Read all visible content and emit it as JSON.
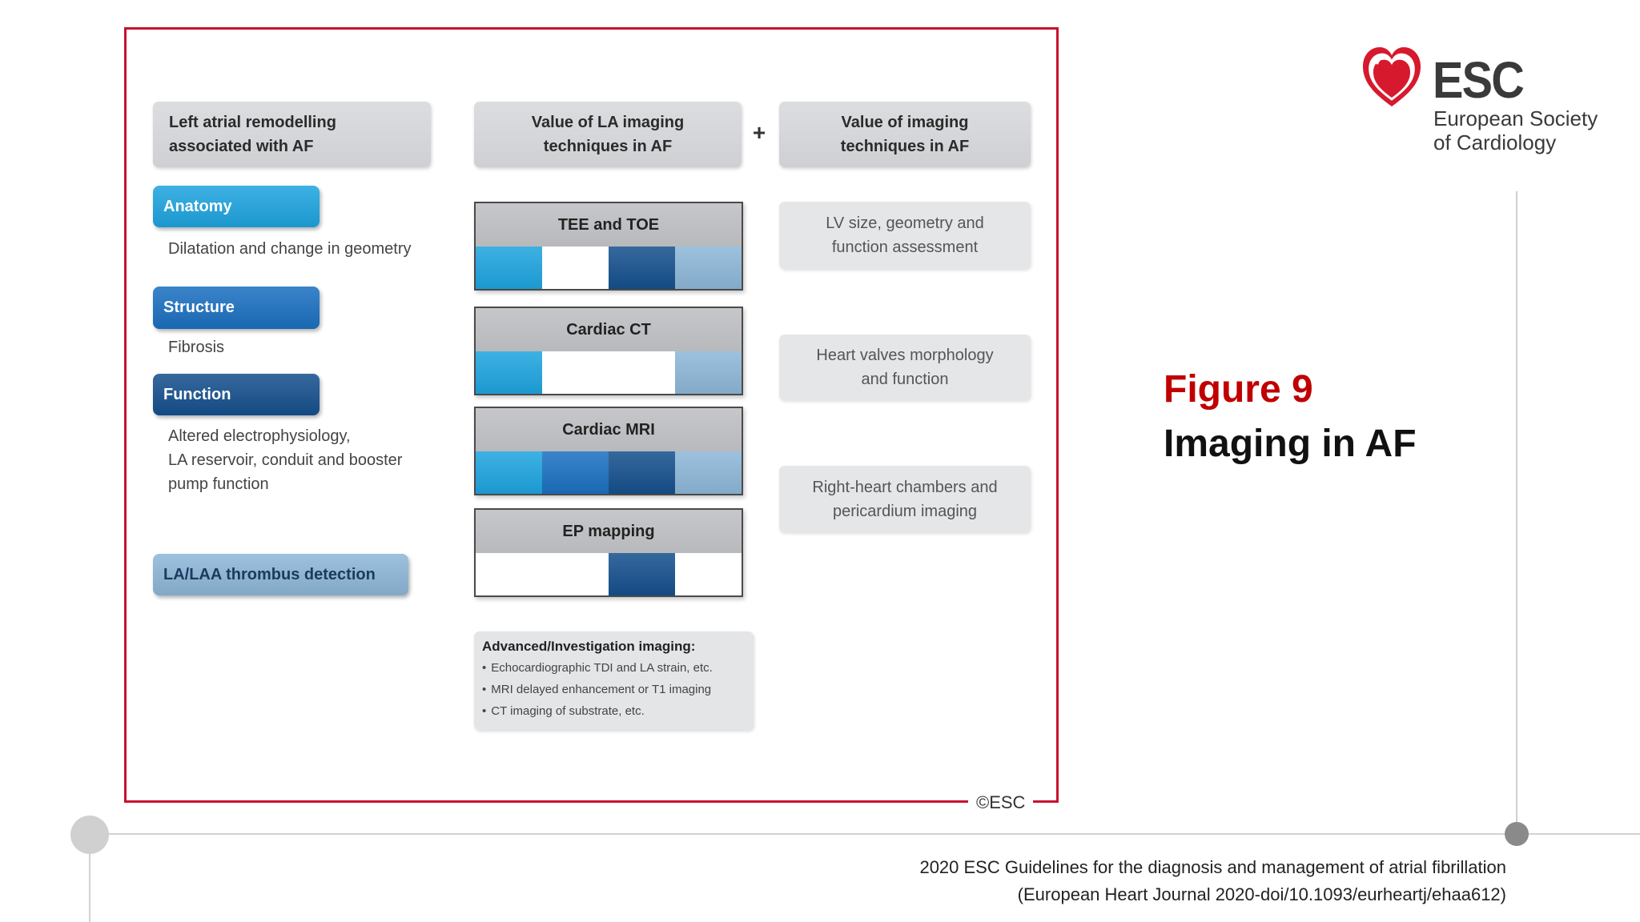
{
  "slide": {
    "figure_label": "Figure 9",
    "title": "Imaging in AF",
    "accent_color": "#c00000",
    "footer_line1": "2020 ESC Guidelines for the diagnosis and management of atrial fibrillation",
    "footer_line2": "(European Heart Journal 2020-doi/10.1093/eurheartj/ehaa612)"
  },
  "logo": {
    "acronym": "ESC",
    "line1": "European Society",
    "line2": "of Cardiology",
    "color": "#d7192d"
  },
  "figure": {
    "border_color": "#c8102e",
    "copyright": "©ESC",
    "headers": {
      "remodelling": "Left atrial remodelling\nassociated with AF",
      "la_value": "Value of LA imaging\ntechniques in AF",
      "plus": "+",
      "imaging_value": "Value of imaging\ntechniques in AF"
    },
    "categories": [
      {
        "label": "Anatomy",
        "description": "Dilatation and change in geometry",
        "color": "#1ea4df"
      },
      {
        "label": "Structure",
        "description": "Fibrosis",
        "color": "#1b70c1"
      },
      {
        "label": "Function",
        "description": "Altered electrophysiology,\nLA reservoir, conduit and booster\npump function",
        "color": "#15508d"
      },
      {
        "label": "LA/LAA thrombus detection",
        "color": "#8db7d8"
      }
    ],
    "techniques": [
      {
        "name": "TEE and TOE",
        "coverage": [
          true,
          false,
          true,
          true
        ]
      },
      {
        "name": "Cardiac CT",
        "coverage": [
          true,
          false,
          false,
          true
        ]
      },
      {
        "name": "Cardiac MRI",
        "coverage": [
          true,
          true,
          true,
          true
        ]
      },
      {
        "name": "EP mapping",
        "coverage": [
          false,
          false,
          true,
          false
        ]
      }
    ],
    "advanced": {
      "title": "Advanced/Investigation imaging:",
      "bullet": "•",
      "items": [
        "Echocardiographic TDI and LA strain, etc.",
        "MRI delayed enhancement or T1 imaging",
        "CT imaging of substrate, etc."
      ]
    },
    "imaging_values": [
      "LV size, geometry and\nfunction assessment",
      "Heart valves morphology\nand function",
      "Right-heart chambers and\npericardium imaging"
    ]
  }
}
